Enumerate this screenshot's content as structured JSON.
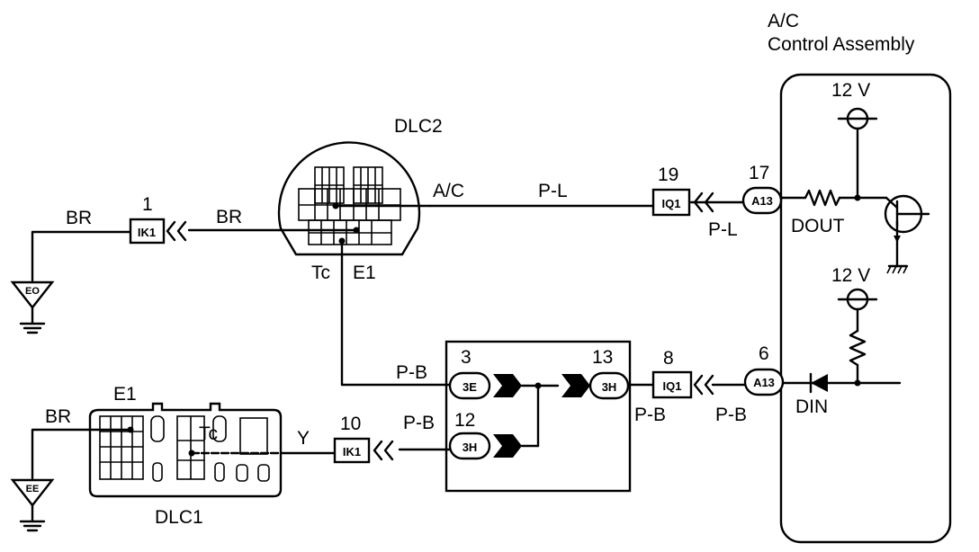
{
  "control_assembly": {
    "line1": "A/C",
    "line2": "Control Assembly"
  },
  "power": {
    "top": "12 V",
    "bottom": "12 V"
  },
  "terminals": {
    "dout": "DOUT",
    "din": "DIN"
  },
  "dlc2": {
    "name": "DLC2",
    "ac_pin": "A/C",
    "tc_pin": "Tc",
    "e1_pin": "E1"
  },
  "dlc1": {
    "name": "DLC1",
    "e1_pin": "E1",
    "tc_pin": "Tc"
  },
  "ground_labels": {
    "eo": "EO",
    "ee": "EE"
  },
  "wires": {
    "br_ground_top": "BR",
    "br_dlc2": "BR",
    "pl_main": "P-L",
    "pl_conn": "P-L",
    "pb_tc": "P-B",
    "pb_10": "P-B",
    "pb_right": "P-B",
    "pb_8": "P-B",
    "y": "Y",
    "br_ground_bottom": "BR"
  },
  "connectors": {
    "c1": {
      "pin": "1",
      "code": "IK1"
    },
    "c19": {
      "pin": "19",
      "code": "IQ1"
    },
    "c17": {
      "pin": "17",
      "code": "A13"
    },
    "c6": {
      "pin": "6",
      "code": "A13"
    },
    "c8": {
      "pin": "8",
      "code": "IQ1"
    },
    "c10": {
      "pin": "10",
      "code": "IK1"
    },
    "c3": {
      "pin": "3",
      "code": "3E"
    },
    "c13": {
      "pin": "13",
      "code": "3H"
    },
    "c12": {
      "pin": "12",
      "code": "3H"
    }
  }
}
